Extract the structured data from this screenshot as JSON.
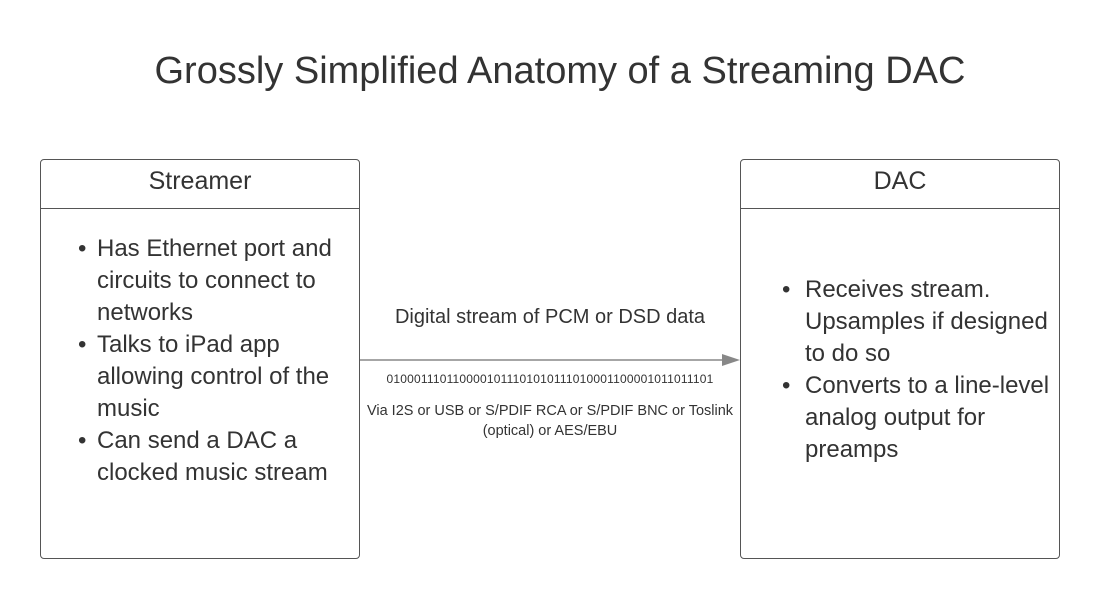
{
  "title": "Grossly Simplified Anatomy of a Streaming DAC",
  "streamer": {
    "header": "Streamer",
    "bullets": [
      "Has Ethernet port and circuits to connect to networks",
      "Talks to iPad app allowing control of the music",
      "Can send a DAC a clocked music stream"
    ]
  },
  "dac": {
    "header": "DAC",
    "bullets": [
      "Receives stream. Upsamples if designed to do so",
      "Converts to a line-level analog output for preamps"
    ]
  },
  "connection": {
    "label": "Digital stream of PCM or DSD data",
    "bits": "0100011101100001011101010111010001100001011011101",
    "via": "Via I2S or USB or S/PDIF RCA or S/PDIF BNC or Toslink (optical) or AES/EBU"
  },
  "colors": {
    "text": "#333333",
    "border": "#555555",
    "arrow": "#888888"
  }
}
